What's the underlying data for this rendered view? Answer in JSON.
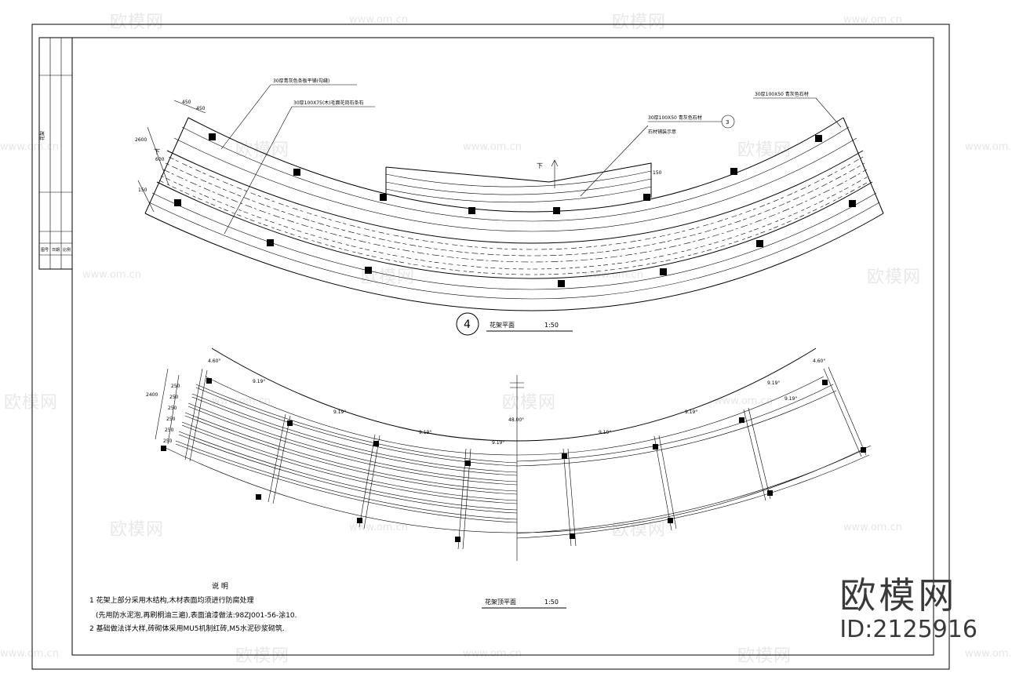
{
  "watermark": {
    "logo_text": "欧模网",
    "url_text": "www.om.cn"
  },
  "brand": {
    "name": "欧模网",
    "id_label": "ID:2125916"
  },
  "plan_view": {
    "number": "4",
    "title": "花架平面",
    "scale": "1:50",
    "stair_label": "下",
    "section_mark": "3",
    "callouts": {
      "c1": "30厚青灰色条板平铺(勾缝)",
      "c2": "30厚100X75(木)毛面花岗石条石",
      "c3": "30厚100X50 青灰色石材",
      "c4": "30厚100X50 青灰色石材",
      "c5": "石材铺装示意"
    },
    "dims": {
      "d1": "450",
      "d2": "450",
      "d3": "2600",
      "d4": "600",
      "d5": "150",
      "d6": "150"
    }
  },
  "roof_view": {
    "title": "花架顶平面",
    "scale": "1:50",
    "angles": {
      "a1": "9.19°",
      "a2": "9.19°",
      "a3": "9.19°",
      "a4": "9.19°",
      "a5": "48.00°",
      "a6": "9.19°",
      "a7": "9.19°",
      "a8": "9.19°",
      "a9": "9.19°",
      "a10": "4.60°",
      "a11": "4.60°"
    },
    "dims": {
      "r1": "2400",
      "r2": "250",
      "r3": "250",
      "r4": "250",
      "r5": "250",
      "r6": "250",
      "r7": "250"
    }
  },
  "notes": {
    "heading": "说    明",
    "line1": "1  花架上部分采用木结构,木材表面均须进行防腐处理",
    "line2": "(先用防水泥泡,再刷桐油三遍),表面油漆做法:98ZJ001-56-涂10.",
    "line3": "2  基础做法详大样,砖砌体采用MU5机制红砖,M5水泥砂浆砌筑."
  },
  "title_block": {
    "t1": "花架",
    "t2": "图号",
    "t3": "日期",
    "t4": "比例"
  }
}
